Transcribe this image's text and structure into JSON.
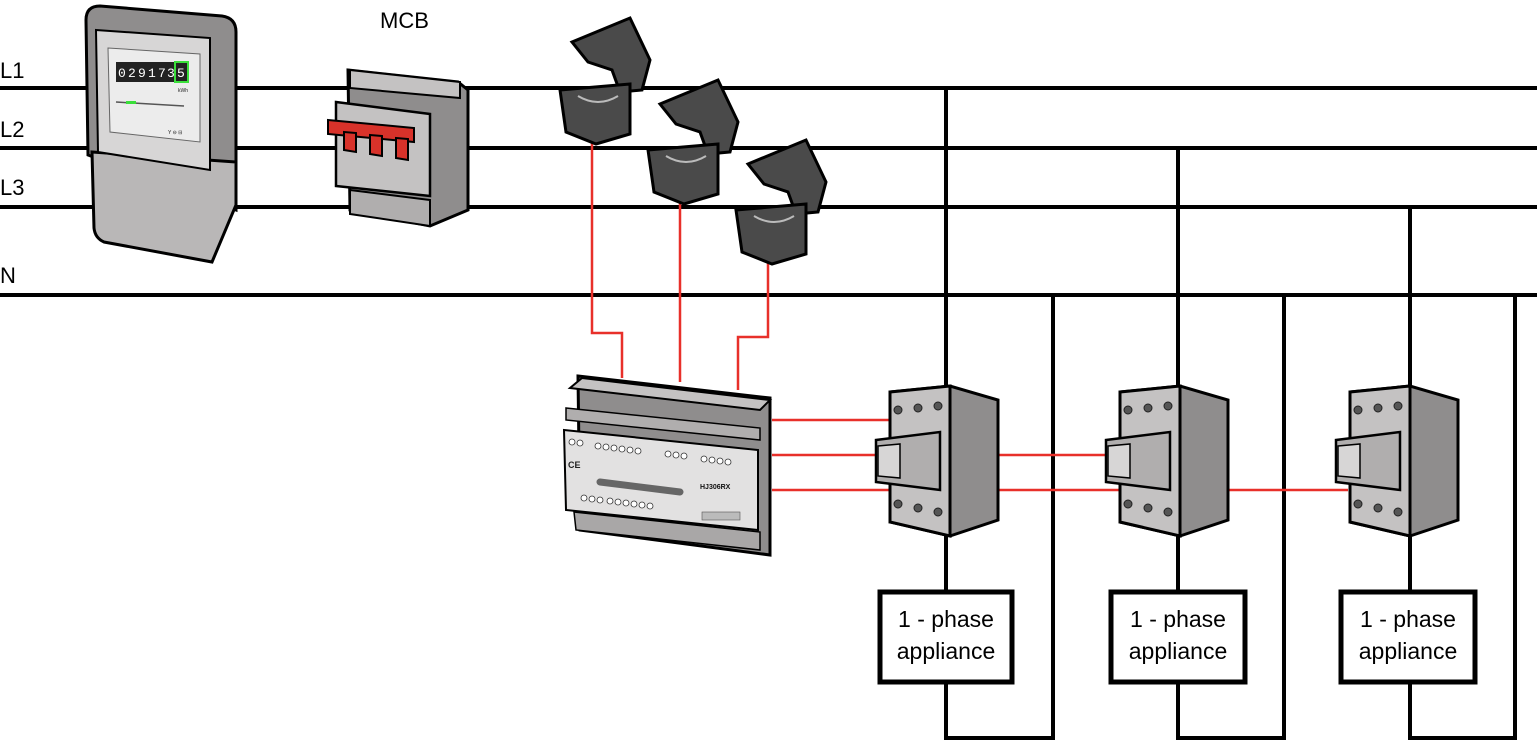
{
  "labels": {
    "line1": "L1",
    "line2": "L2",
    "line3": "L3",
    "neutral": "N",
    "mcb": "MCB"
  },
  "meter": {
    "digits": [
      "0",
      "2",
      "9",
      "1",
      "7",
      "3",
      "5"
    ],
    "unit": "kWh"
  },
  "controller": {
    "model": "HJ306RX"
  },
  "appliances": [
    {
      "line1": "1 - phase",
      "line2": "appliance"
    },
    {
      "line1": "1 - phase",
      "line2": "appliance"
    },
    {
      "line1": "1 - phase",
      "line2": "appliance"
    }
  ],
  "colors": {
    "wire": "#000000",
    "signal_wire": "#e8302a",
    "device_body": "#c4c2c2",
    "device_shadow": "#8f8d8d",
    "clamp": "#4a4a4a",
    "mcb_lever": "#d8322a"
  }
}
